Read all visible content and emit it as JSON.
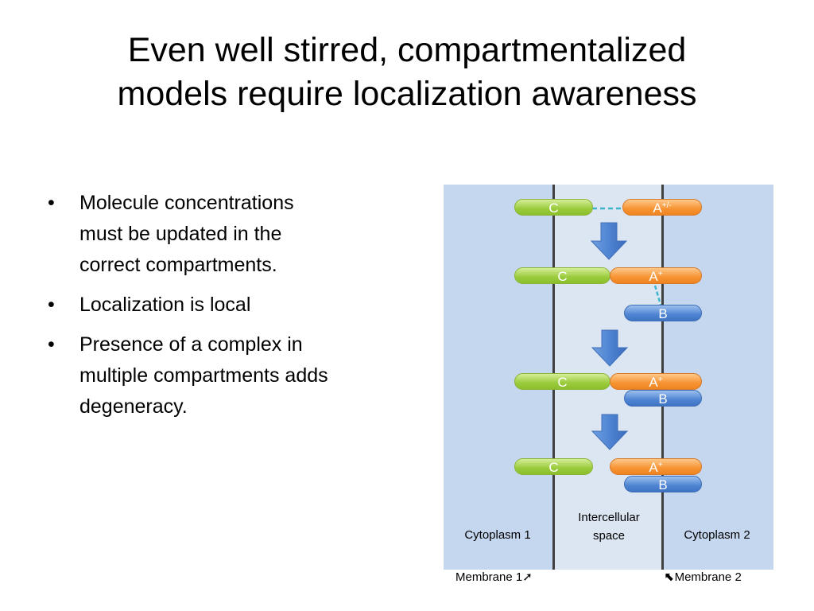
{
  "slide": {
    "title_lines": [
      "Even well stirred, compartmentalized",
      "models require localization awareness"
    ],
    "bullets": [
      {
        "lines": [
          "Molecule concentrations",
          "must be updated in the",
          "correct compartments."
        ]
      },
      {
        "lines": [
          "Localization is local"
        ]
      },
      {
        "lines": [
          "Presence of a complex in",
          "multiple compartments adds",
          "degeneracy."
        ]
      }
    ],
    "bullet_char": "•"
  },
  "diagram": {
    "colors": {
      "cytoplasm": "#c4d7ef",
      "intercellular": "#dce6f2",
      "membrane": "#404040",
      "molecule_c": "#9acb3c",
      "molecule_a": "#f79333",
      "molecule_b": "#4f84d2",
      "bond": "#3cb6c8",
      "arrow": "#4f84d2"
    },
    "molecules": {
      "c": "C",
      "a": "A",
      "a_charge_both": "+/-",
      "a_charge_pos": "+",
      "b": "B"
    },
    "zones": {
      "cytoplasm1": "Cytoplasm 1",
      "intercellular_line1": "Intercellular",
      "intercellular_line2": "space",
      "cytoplasm2": "Cytoplasm 2"
    },
    "membranes": {
      "m1": "Membrane 1",
      "m2": "Membrane 2",
      "m1_arrow": "➚",
      "m2_arrow": "⬉"
    }
  }
}
